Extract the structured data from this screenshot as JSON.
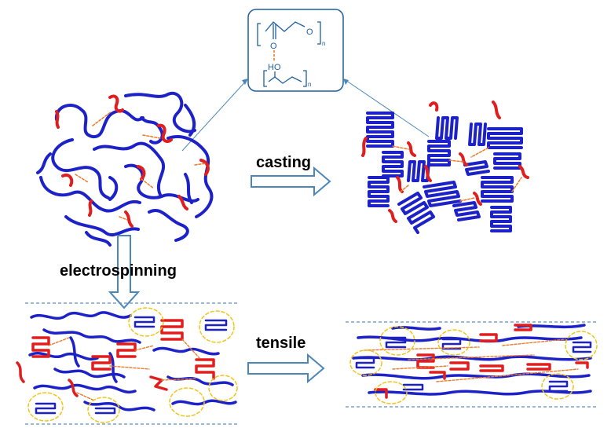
{
  "labels": {
    "casting": "casting",
    "electrospinning": "electrospinning",
    "tensile": "tensile"
  },
  "structure": {
    "carbonyl_o": "O",
    "ether_o": "O",
    "hydroxyl": "HO",
    "repeat_top": "n",
    "repeat_bottom": "n"
  },
  "colors": {
    "chain": "#1d22c8",
    "segment": "#e01e1e",
    "hbond": "#ee7a2a",
    "crystal_outline": "#f2c418",
    "arrow": "#4a86b8",
    "boundary": "#5b8fc4",
    "structure": "#1f5fa0"
  }
}
